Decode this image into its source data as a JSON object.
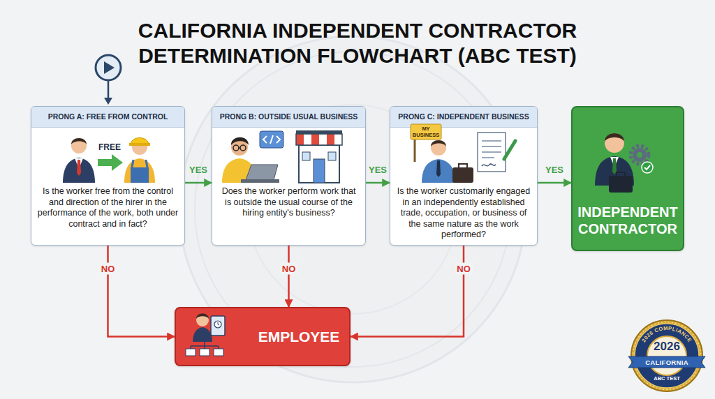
{
  "diagram": {
    "title": "CALIFORNIA INDEPENDENT CONTRACTOR DETERMINATION FLOWCHART (ABC TEST)",
    "nodes": [
      {
        "text": [
          "PRONG A: FREE FROM CONTROL",
          "Is the worker free from the control and direction of the hirer in the performance of the work, both under contract and in fact?"
        ]
      },
      {
        "text": [
          "PRONG B: OUTSIDE USUAL BUSINESS",
          "Does the worker perform work that is outside the usual course of the hiring entity's business?"
        ]
      },
      {
        "text": [
          "PRONG C: INDEPENDENT BUSINESS",
          "Is the worker customarily engaged in an independently established trade, occupation, or business of the same nature as the work performed?"
        ]
      },
      {
        "text": [
          "INDEPENDENT CONTRACTOR"
        ]
      },
      {
        "text": [
          "EMPLOYEE"
        ]
      }
    ],
    "edges": [
      {
        "from": 0,
        "to": 1,
        "label": "YES",
        "arrow": "to"
      },
      {
        "from": 1,
        "to": 2,
        "label": "YES",
        "arrow": "to"
      },
      {
        "from": 2,
        "to": 3,
        "label": "YES",
        "arrow": "to"
      },
      {
        "from": 0,
        "to": 4,
        "label": "NO",
        "arrow": "to"
      },
      {
        "from": 1,
        "to": 4,
        "label": "NO",
        "arrow": "to"
      },
      {
        "from": 2,
        "to": 4,
        "label": "NO",
        "arrow": "to"
      }
    ],
    "labels": [
      "FREE",
      "MY BUSINESS",
      "2026 COMPLIANCE",
      "2026",
      "CALIFORNIA",
      "ABC TEST"
    ]
  }
}
